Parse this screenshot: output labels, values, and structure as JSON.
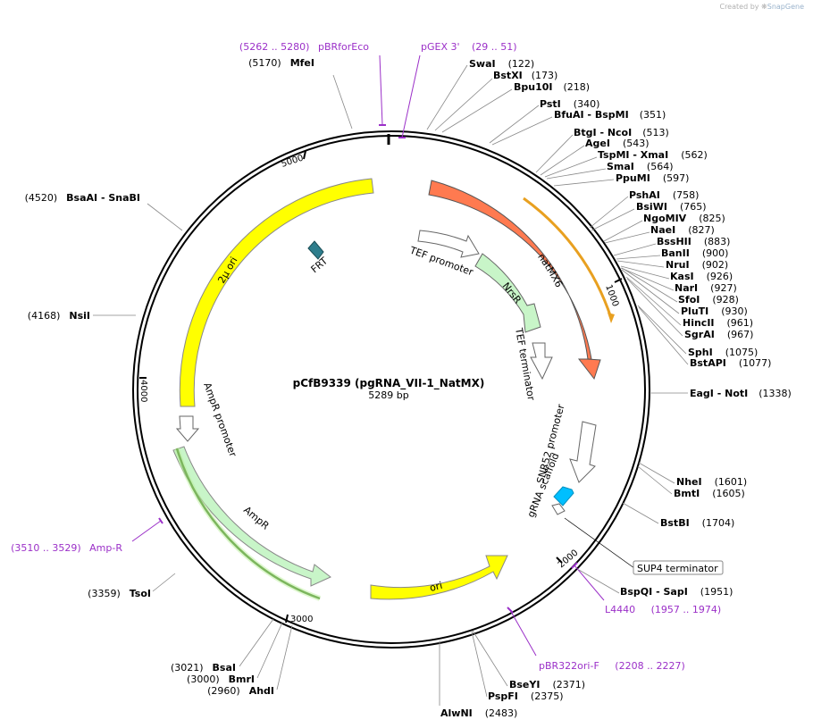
{
  "app": {
    "credit_prefix": "Created by",
    "credit_brand": "SnapGene"
  },
  "plasmid": {
    "name": "pCfB9339 (pgRNA_VII-1_NatMX)",
    "length_label": "5289 bp"
  },
  "ticks": [
    {
      "label": "1000"
    },
    {
      "label": "2000"
    },
    {
      "label": "3000"
    },
    {
      "label": "4000"
    },
    {
      "label": "5000"
    }
  ],
  "features": [
    {
      "name": "natMX6",
      "color": "#ff7a50"
    },
    {
      "name": "TEF promoter",
      "color": "#ffffff"
    },
    {
      "name": "NrsR",
      "color": "#c8f5c8"
    },
    {
      "name": "TEF terminator",
      "color": "#ffffff"
    },
    {
      "name": "SNR52 promoter",
      "color": "#ffffff"
    },
    {
      "name": "gRNA scaffold",
      "color": "#00bfff"
    },
    {
      "name": "SUP4 terminator",
      "color": "#ffffff"
    },
    {
      "name": "ori",
      "color": "#ffff00"
    },
    {
      "name": "AmpR",
      "color": "#c8f5c8"
    },
    {
      "name": "AmpR promoter",
      "color": "#ffffff"
    },
    {
      "name": "2μ ori",
      "color": "#ffff00"
    },
    {
      "name": "FRT",
      "color": "#2e7d8c"
    }
  ],
  "sites_right": [
    {
      "name": "SwaI",
      "pos": "(122)"
    },
    {
      "name": "BstXI",
      "pos": "(173)"
    },
    {
      "name": "Bpu10I",
      "pos": "(218)"
    },
    {
      "name": "PstI",
      "pos": "(340)"
    },
    {
      "name": "BfuAI  - BspMI",
      "pos": "(351)"
    },
    {
      "name": "BtgI  - NcoI",
      "pos": "(513)"
    },
    {
      "name": "AgeI",
      "pos": "(543)"
    },
    {
      "name": "TspMI  - XmaI",
      "pos": "(562)"
    },
    {
      "name": "SmaI",
      "pos": "(564)"
    },
    {
      "name": "PpuMI",
      "pos": "(597)"
    },
    {
      "name": "PshAI",
      "pos": "(758)"
    },
    {
      "name": "BsiWI",
      "pos": "(765)"
    },
    {
      "name": "NgoMIV",
      "pos": "(825)"
    },
    {
      "name": "NaeI",
      "pos": "(827)"
    },
    {
      "name": "BssHII",
      "pos": "(883)"
    },
    {
      "name": "BanII",
      "pos": "(900)"
    },
    {
      "name": "NruI",
      "pos": "(902)"
    },
    {
      "name": "KasI",
      "pos": "(926)"
    },
    {
      "name": "NarI",
      "pos": "(927)"
    },
    {
      "name": "SfoI",
      "pos": "(928)"
    },
    {
      "name": "PluTI",
      "pos": "(930)"
    },
    {
      "name": "HincII",
      "pos": "(961)"
    },
    {
      "name": "SgrAI",
      "pos": "(967)"
    },
    {
      "name": "SphI",
      "pos": "(1075)"
    },
    {
      "name": "BstAPI",
      "pos": "(1077)"
    },
    {
      "name": "EagI  - NotI",
      "pos": "(1338)"
    },
    {
      "name": "NheI",
      "pos": "(1601)"
    },
    {
      "name": "BmtI",
      "pos": "(1605)"
    },
    {
      "name": "BstBI",
      "pos": "(1704)"
    },
    {
      "name": "BspQI  - SapI",
      "pos": "(1951)"
    },
    {
      "name": "BseYI",
      "pos": "(2371)"
    },
    {
      "name": "PspFI",
      "pos": "(2375)"
    },
    {
      "name": "AlwNI",
      "pos": "(2483)"
    }
  ],
  "sites_left": [
    {
      "name": "MfeI",
      "pos": "(5170)"
    },
    {
      "name": "BsaAI  - SnaBI",
      "pos": "(4520)"
    },
    {
      "name": "NsiI",
      "pos": "(4168)"
    },
    {
      "name": "TsoI",
      "pos": "(3359)"
    },
    {
      "name": "BsaI",
      "pos": "(3021)"
    },
    {
      "name": "BmrI",
      "pos": "(3000)"
    },
    {
      "name": "AhdI",
      "pos": "(2960)"
    }
  ],
  "primers": [
    {
      "name": "pBRforEco",
      "pos": "(5262 .. 5280)"
    },
    {
      "name": "pGEX 3'",
      "pos": "(29 .. 51)"
    },
    {
      "name": "Amp-R",
      "pos": "(3510 .. 3529)"
    },
    {
      "name": "L4440",
      "pos": "(1957 .. 1974)"
    },
    {
      "name": "pBR322ori-F",
      "pos": "(2208 .. 2227)"
    }
  ]
}
